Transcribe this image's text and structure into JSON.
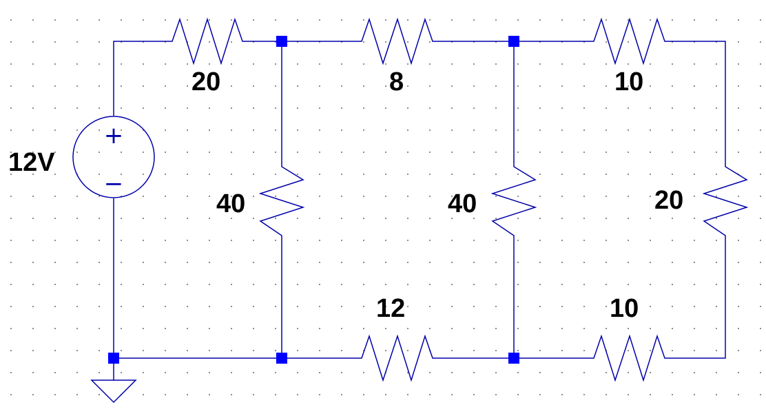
{
  "colors": {
    "wire": "#0000aa",
    "node": "#0000ff",
    "label": "#000000",
    "background": "#ffffff",
    "grid_dot": "#7a7a7a"
  },
  "source": {
    "label": "12V",
    "plus_symbol": "+",
    "minus_symbol": "−"
  },
  "resistors": {
    "r_top_left": "20",
    "r_top_mid": "8",
    "r_top_right": "10",
    "r_shunt_left": "40",
    "r_shunt_mid": "40",
    "r_right_side": "20",
    "r_bottom_mid": "12",
    "r_bottom_right": "10"
  },
  "ground": {
    "icon": "ground-icon"
  }
}
